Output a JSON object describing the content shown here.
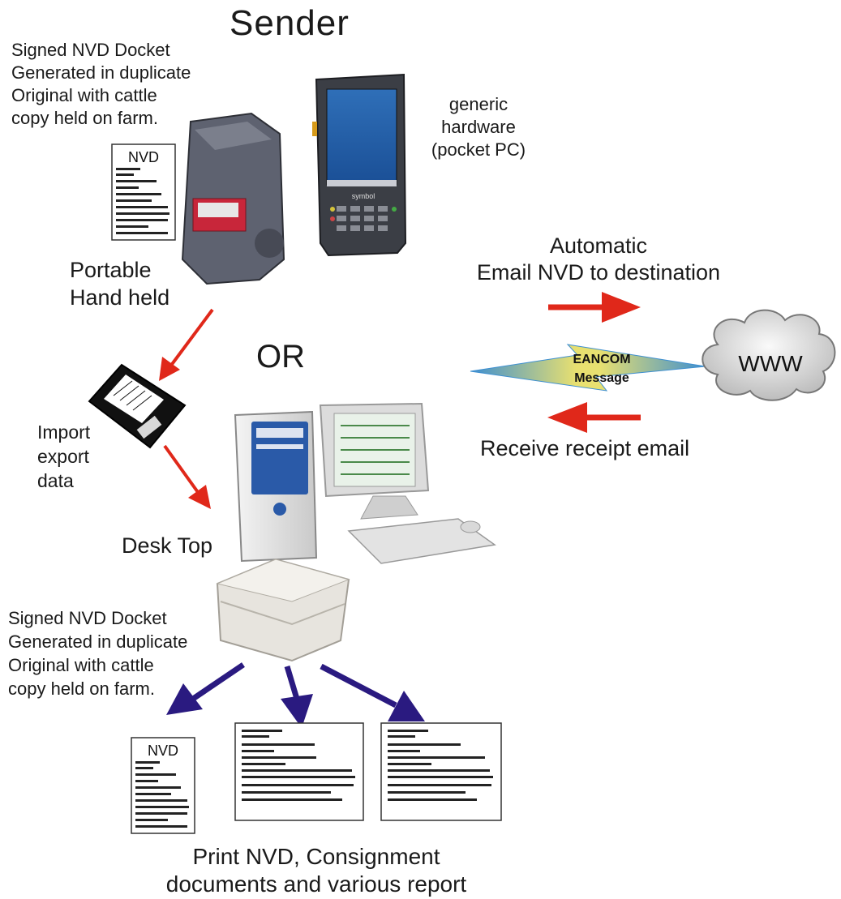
{
  "title": "Sender",
  "sender_note_top": [
    "Signed NVD Docket",
    "Generated in duplicate",
    "Original with cattle",
    "copy held on farm."
  ],
  "handheld_label": [
    "Portable",
    "Hand held"
  ],
  "pocket_pc_label": [
    "generic",
    "hardware",
    "(pocket PC)"
  ],
  "pocket_pc_brand": "symbol",
  "or_label": "OR",
  "import_label": [
    "Import",
    "export",
    "data"
  ],
  "desktop_label": "Desk Top",
  "sender_note_bottom": [
    "Signed NVD Docket",
    "Generated in duplicate",
    "Original with cattle",
    "copy held on farm."
  ],
  "auto_email_label": [
    "Automatic",
    "Email NVD to destination"
  ],
  "eancom_label": [
    "EANCOM",
    "Message"
  ],
  "www_label": "WWW",
  "receipt_label": "Receive receipt email",
  "print_label": [
    "Print NVD, Consignment",
    "documents and various report"
  ],
  "nvd_doc_title": "NVD",
  "colors": {
    "red_arrow": "#e0281a",
    "blue_arrow": "#2a1a80",
    "lightning_yellow": "#f0e060",
    "lightning_blue": "#4fa0d8"
  }
}
